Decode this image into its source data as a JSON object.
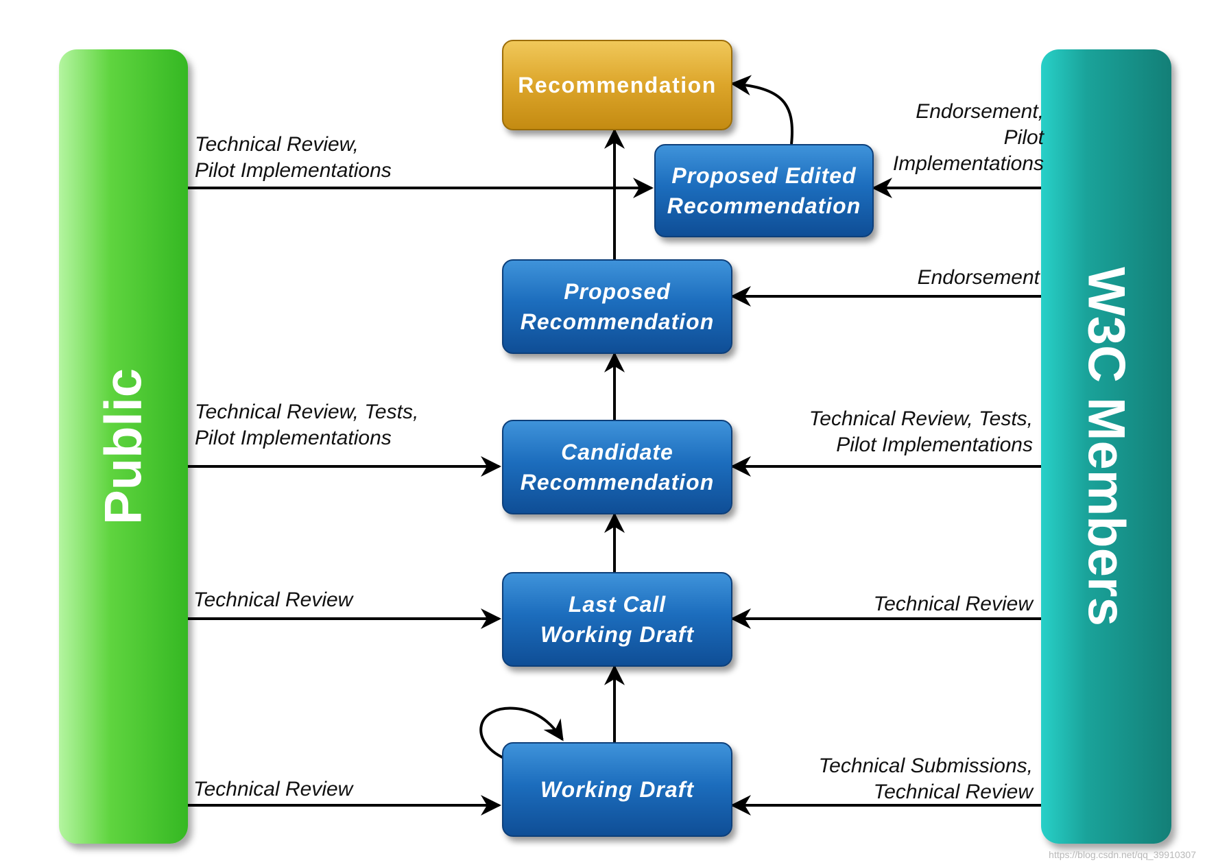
{
  "lanes": {
    "public": "Public",
    "members": "W3C Members"
  },
  "stages": {
    "recommendation": "Recommendation",
    "proposed_edited": "Proposed Edited\nRecommendation",
    "proposed": "Proposed\nRecommendation",
    "candidate": "Candidate\nRecommendation",
    "last_call": "Last Call\nWorking Draft",
    "working_draft": "Working Draft"
  },
  "public_edges": {
    "to_proposed_edited": "Technical Review,\nPilot Implementations",
    "to_candidate": "Technical Review, Tests,\nPilot Implementations",
    "to_last_call": "Technical Review",
    "to_working_draft": "Technical Review"
  },
  "member_edges": {
    "to_proposed_edited": "Endorsement,\nPilot\nImplementations",
    "to_proposed": "Endorsement",
    "to_candidate": "Technical Review, Tests,\nPilot Implementations",
    "to_last_call": "Technical Review",
    "to_working_draft": "Technical Submissions,\nTechnical Review"
  },
  "watermark": "https://blog.csdn.net/qq_39910307",
  "colors": {
    "public": "#3cbf28",
    "members": "#179088",
    "stage": "#1c6dbd",
    "recommendation": "#dca52a",
    "arrow": "#000000"
  }
}
